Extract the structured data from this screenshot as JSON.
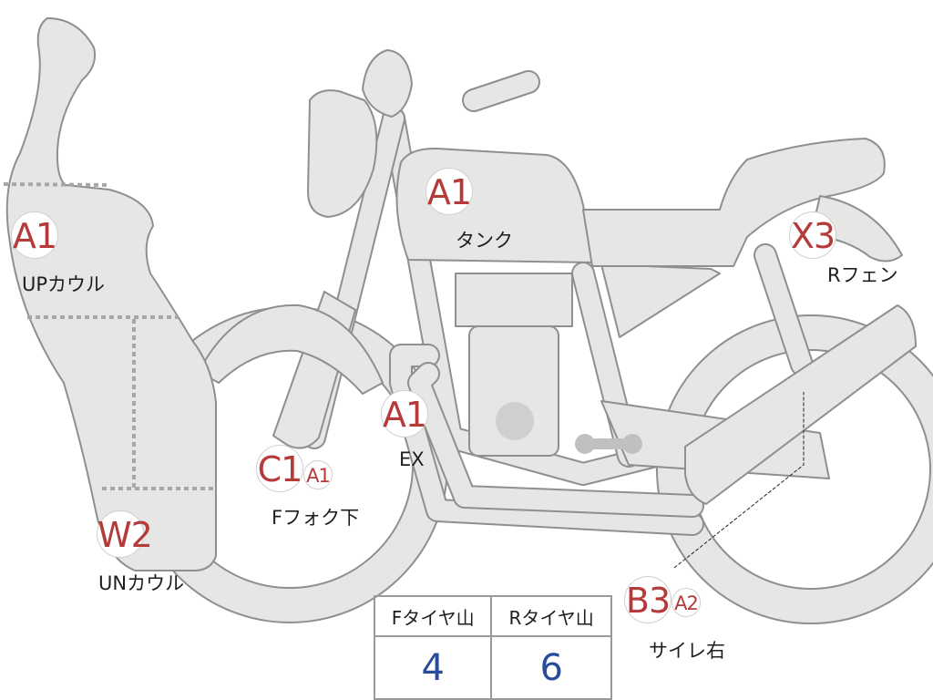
{
  "parts": [
    {
      "id": "up-cowl",
      "code": "A1",
      "label": "UPカウル"
    },
    {
      "id": "tank",
      "code": "A1",
      "label": "タンク"
    },
    {
      "id": "r-fender",
      "code": "X3",
      "label": "Rフェン"
    },
    {
      "id": "exhaust",
      "code": "A1",
      "label": "EX"
    },
    {
      "id": "f-fork-lower",
      "code": "C1",
      "sub_code": "A1",
      "label": "Fフォク下"
    },
    {
      "id": "un-cowl",
      "code": "W2",
      "label": "UNカウル"
    },
    {
      "id": "silencer-right",
      "code": "B3",
      "sub_code": "A2",
      "label": "サイレ右"
    }
  ],
  "tread_table": {
    "headers": [
      "Fタイヤ山",
      "Rタイヤ山"
    ],
    "values": [
      "4",
      "6"
    ]
  },
  "colors": {
    "part_fill": "#e6e6e4",
    "part_outline": "#8f8f8f",
    "code_text": "#b53a3a",
    "tread_value": "#284b9c"
  }
}
